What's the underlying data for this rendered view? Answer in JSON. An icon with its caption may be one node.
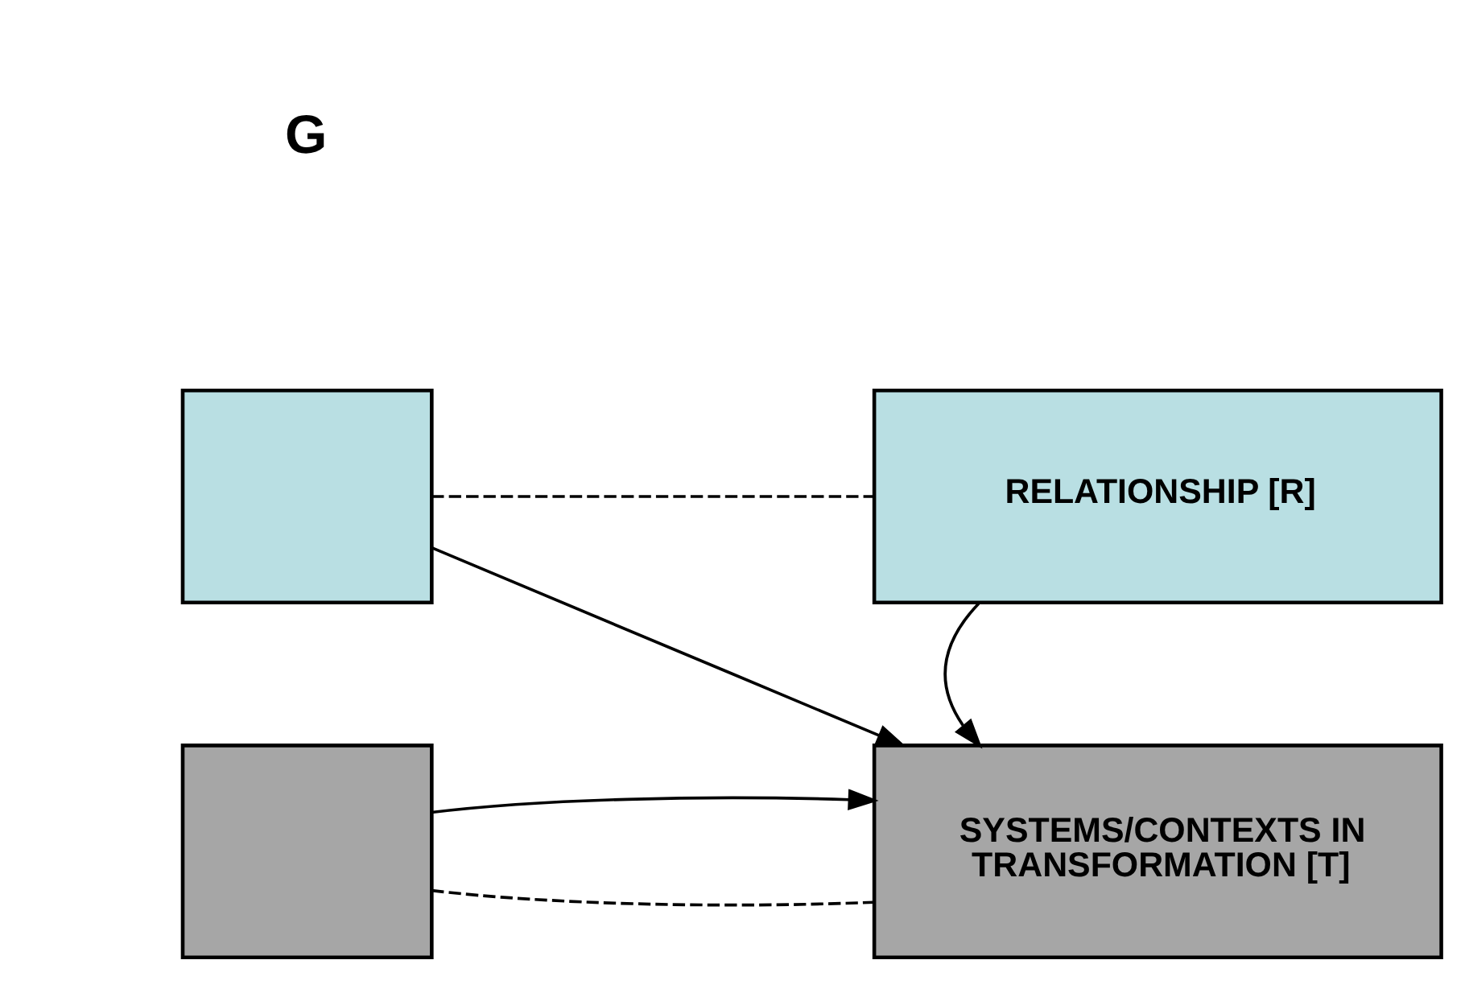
{
  "diagram": {
    "nodes": [
      {
        "text": [],
        "shape": "box"
      },
      {
        "text": [
          "RELATIONSHIP [R]"
        ]
      },
      {
        "text": [],
        "shape": "box"
      },
      {
        "text": [
          "SYSTEMS/CONTEXTS IN TRANSFORMATION [T]"
        ]
      }
    ],
    "edges": [
      {
        "from": 0,
        "to": 1,
        "arrow": "none",
        "style": "dashed"
      },
      {
        "from": 0,
        "to": 3,
        "arrow": "to"
      },
      {
        "from": 1,
        "to": 3,
        "arrow": "to"
      },
      {
        "from": 2,
        "to": 3,
        "arrow": "none",
        "style": "dashed"
      },
      {
        "from": 2,
        "to": 3,
        "arrow": "to"
      }
    ],
    "labels": [
      "G"
    ]
  }
}
